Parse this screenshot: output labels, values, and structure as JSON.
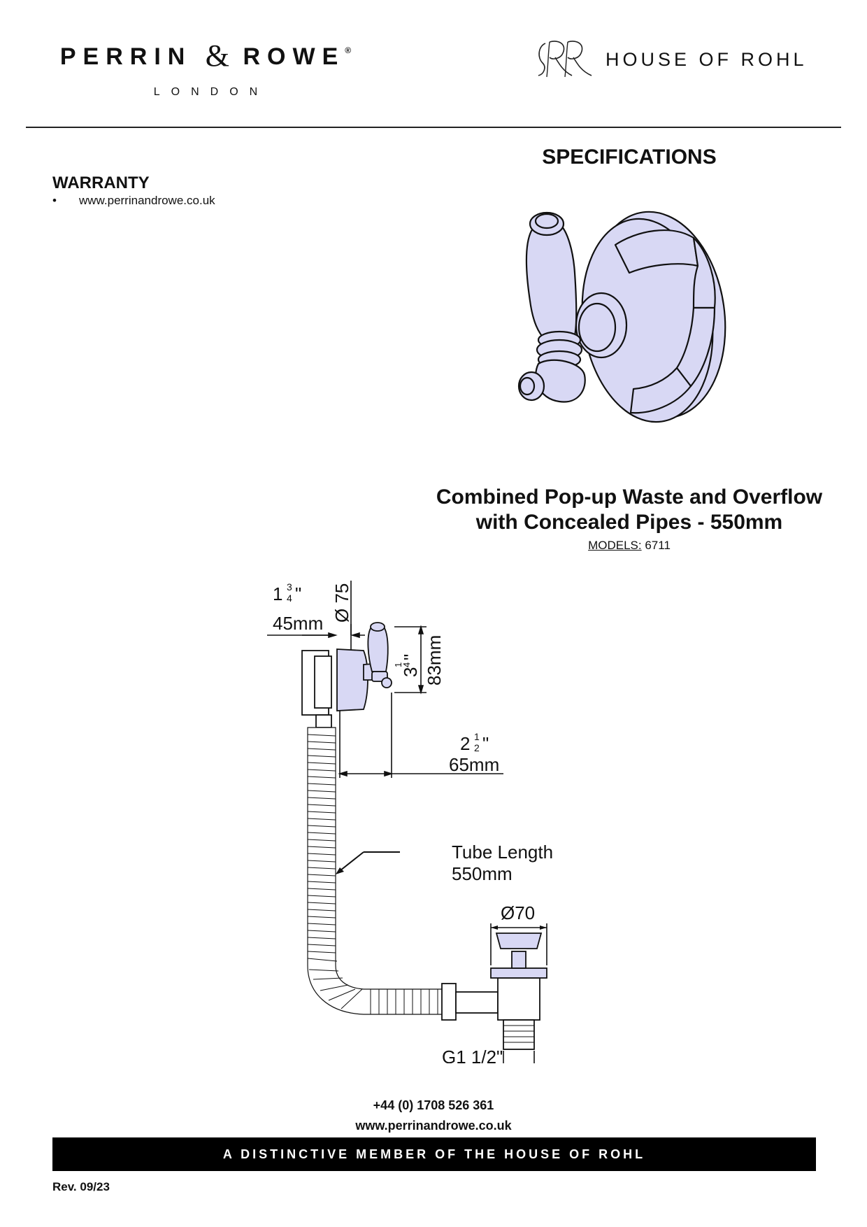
{
  "header": {
    "brand_left_main_a": "PERRIN",
    "brand_left_amp": "&",
    "brand_left_main_b": "ROWE",
    "brand_left_reg": "®",
    "brand_left_sub": "LONDON",
    "brand_right": "HOUSE OF ROHL",
    "brand_right_icon": "rohl-monogram-icon"
  },
  "specifications_title": "SPECIFICATIONS",
  "warranty": {
    "title": "WARRANTY",
    "bullet": "•",
    "items": [
      "www.perrinandrowe.co.uk"
    ]
  },
  "product": {
    "title_line1": "Combined Pop-up Waste and Overflow",
    "title_line2": "with Concealed Pipes - 550mm",
    "models_label": "MODELS:",
    "models_value": "6711"
  },
  "drawing": {
    "dim_depth_whole": "1",
    "dim_depth_num": "3",
    "dim_depth_den": "4",
    "dim_depth_unit": "\"",
    "dim_depth_mm": "45mm",
    "dim_dia_overflow": "Ø 75",
    "dim_height_whole": "3",
    "dim_height_num": "1",
    "dim_height_den": "4",
    "dim_height_unit": "\"",
    "dim_height_mm": "83mm",
    "dim_reach_whole": "2",
    "dim_reach_num": "1",
    "dim_reach_den": "2",
    "dim_reach_unit": "\"",
    "dim_reach_mm": "65mm",
    "tube_label": "Tube Length",
    "tube_length": "550mm",
    "dim_dia_waste": "Ø70",
    "thread": "G1 1/2\""
  },
  "footer": {
    "phone": "+44 (0) 1708 526 361",
    "website": "www.perrinandrowe.co.uk",
    "banner": "A DISTINCTIVE MEMBER OF THE HOUSE OF ROHL",
    "revision": "Rev. 09/23"
  },
  "colors": {
    "fill": "#d8d8f4",
    "stroke": "#111111",
    "banner_bg": "#000000",
    "banner_text": "#ffffff"
  }
}
